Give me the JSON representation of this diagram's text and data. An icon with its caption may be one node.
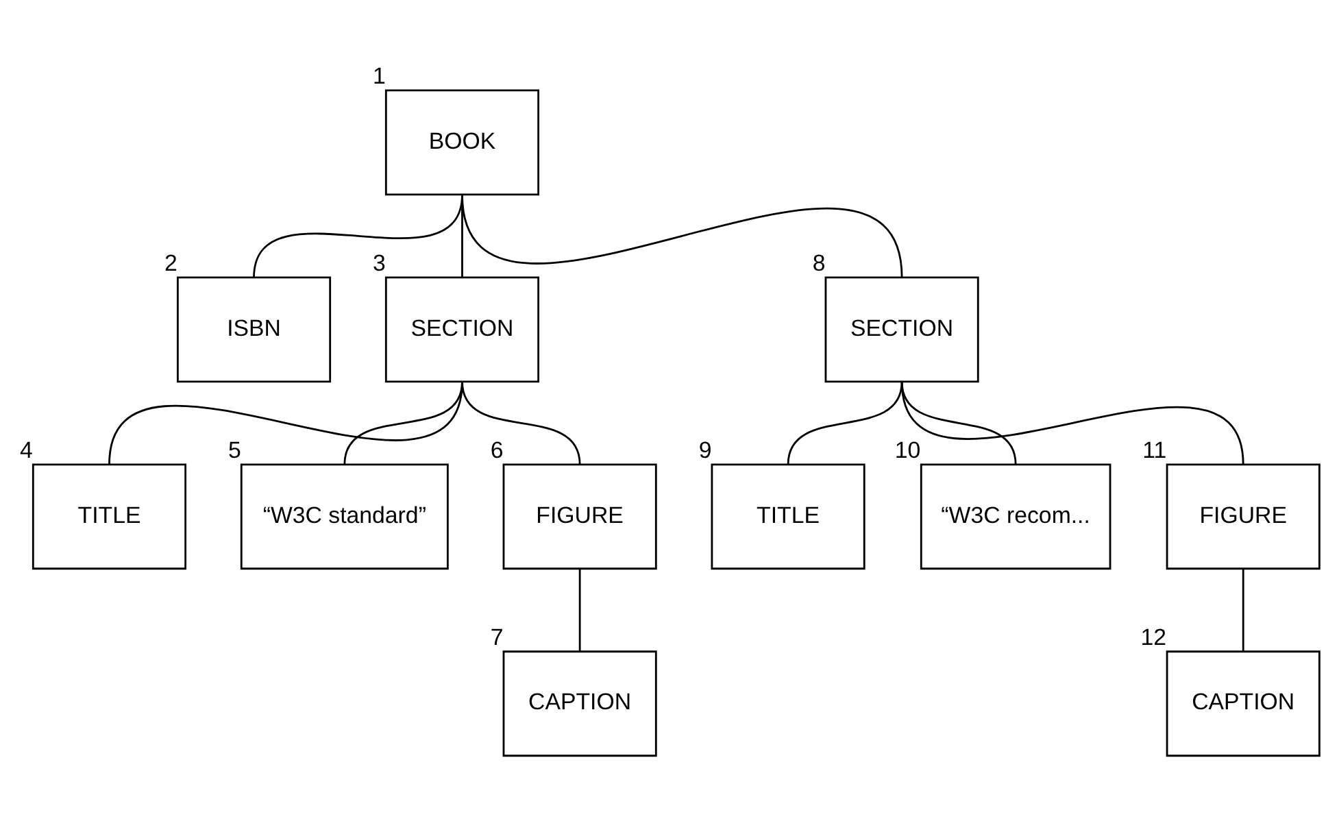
{
  "diagram": {
    "nodes": [
      {
        "text": [
          "BOOK"
        ],
        "beside": [
          "1"
        ]
      },
      {
        "text": [
          "ISBN"
        ],
        "beside": [
          "2"
        ]
      },
      {
        "text": [
          "SECTION"
        ],
        "beside": [
          "3"
        ]
      },
      {
        "text": [
          "TITLE"
        ],
        "beside": [
          "4"
        ]
      },
      {
        "text": [
          "“W3C standard”"
        ],
        "beside": [
          "5"
        ]
      },
      {
        "text": [
          "FIGURE"
        ],
        "beside": [
          "6"
        ]
      },
      {
        "text": [
          "CAPTION"
        ],
        "beside": [
          "7"
        ]
      },
      {
        "text": [
          "SECTION"
        ],
        "beside": [
          "8"
        ]
      },
      {
        "text": [
          "TITLE"
        ],
        "beside": [
          "9"
        ]
      },
      {
        "text": [
          "“W3C recom..."
        ],
        "beside": [
          "10"
        ]
      },
      {
        "text": [
          "FIGURE"
        ],
        "beside": [
          "11"
        ]
      },
      {
        "text": [
          "CAPTION"
        ],
        "beside": [
          "12"
        ]
      }
    ],
    "edges": [
      {
        "from": 0,
        "to": 1,
        "arrow": "none"
      },
      {
        "from": 0,
        "to": 2,
        "arrow": "none"
      },
      {
        "from": 0,
        "to": 7,
        "arrow": "none"
      },
      {
        "from": 2,
        "to": 3,
        "arrow": "none"
      },
      {
        "from": 2,
        "to": 4,
        "arrow": "none"
      },
      {
        "from": 2,
        "to": 5,
        "arrow": "none"
      },
      {
        "from": 5,
        "to": 6,
        "arrow": "none"
      },
      {
        "from": 7,
        "to": 8,
        "arrow": "none"
      },
      {
        "from": 7,
        "to": 9,
        "arrow": "none"
      },
      {
        "from": 7,
        "to": 10,
        "arrow": "none"
      },
      {
        "from": 10,
        "to": 11,
        "arrow": "none"
      }
    ]
  }
}
